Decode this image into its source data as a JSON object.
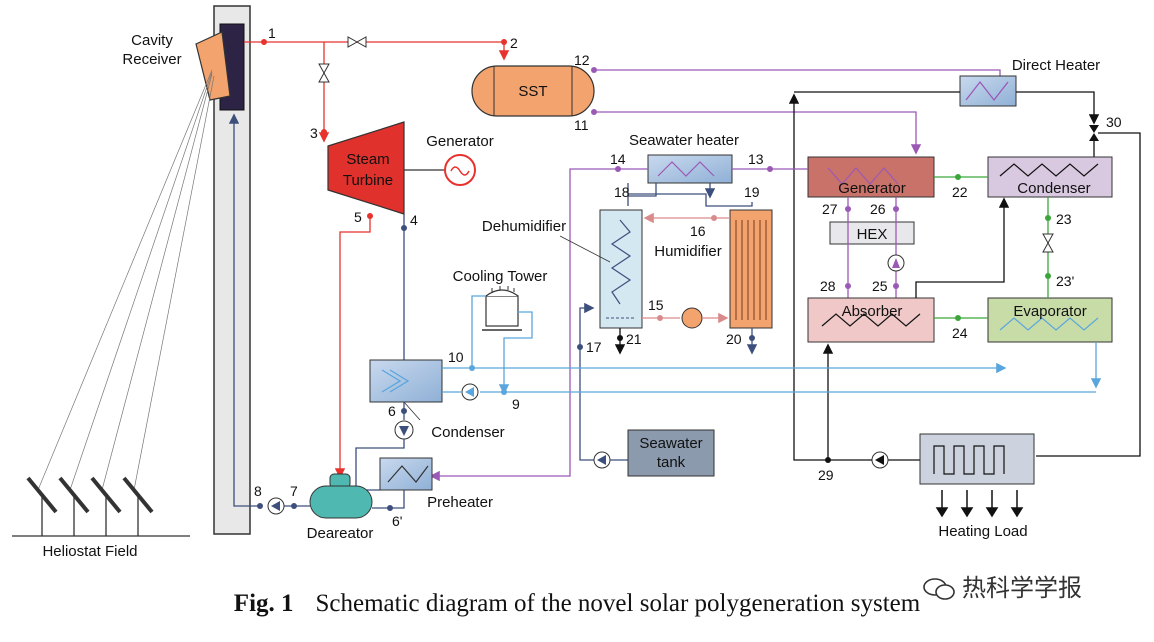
{
  "labels": {
    "cavity_receiver": [
      "Cavity",
      "Receiver"
    ],
    "heliostat_field": "Heliostat Field",
    "sst": "SST",
    "steam_turbine": [
      "Steam",
      "Turbine"
    ],
    "generator_electric": "Generator",
    "seawater_heater": "Seawater heater",
    "dehumidifier": "Dehumidifier",
    "humidifier": "Humidifier",
    "cooling_tower": "Cooling Tower",
    "condenser_main": "Condenser",
    "preheater": "Preheater",
    "deareator": "Deareator",
    "seawater_tank": [
      "Seawater",
      "tank"
    ],
    "direct_heater": "Direct Heater",
    "abs_generator": "Generator",
    "abs_condenser": "Condenser",
    "hex": "HEX",
    "absorber": "Absorber",
    "evaporator": "Evaporator",
    "heating_load": "Heating Load"
  },
  "state_points": {
    "p1": "1",
    "p2": "2",
    "p3": "3",
    "p4": "4",
    "p5": "5",
    "p6": "6",
    "p6p": "6'",
    "p7": "7",
    "p8": "8",
    "p9": "9",
    "p10": "10",
    "p11": "11",
    "p12": "12",
    "p13": "13",
    "p14": "14",
    "p15": "15",
    "p16": "16",
    "p17": "17",
    "p18": "18",
    "p19": "19",
    "p20": "20",
    "p21": "21",
    "p22": "22",
    "p23": "23",
    "p23p": "23'",
    "p24": "24",
    "p25": "25",
    "p26": "26",
    "p27": "27",
    "p28": "28",
    "p29": "29",
    "p30": "30"
  },
  "caption": {
    "fig": "Fig. 1",
    "text": "Schematic diagram of the novel solar polygeneration system"
  },
  "watermark": "热科学学报",
  "colors": {
    "steam": "#e8322e",
    "cooling_water": "#5aa6dc",
    "thermal_oil": "#9b59b6",
    "feedwater": "#3d4f7c",
    "heating": "#111111",
    "refrigerant": "#3aa63a",
    "humid_air": "#d98b8b",
    "turbine": "#e0312c",
    "sst_fill": "#f2a36e",
    "receiver_fill": "#2d2345"
  }
}
